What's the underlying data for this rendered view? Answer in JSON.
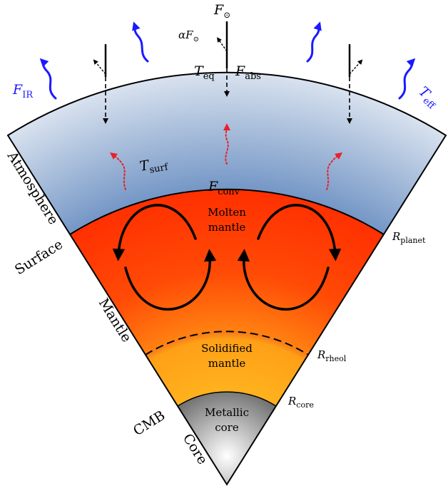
{
  "flux": {
    "solar_symbol": "F",
    "solar_sub": "⊙",
    "albedo_prefix": "α",
    "albedo_symbol": "F",
    "albedo_sub": "⊙",
    "absorbed_symbol": "F",
    "absorbed_sub": "abs",
    "ir_symbol": "F",
    "ir_sub": "IR",
    "convective_symbol": "F",
    "convective_sub": "conv"
  },
  "temperatures": {
    "equilibrium_symbol": "T",
    "equilibrium_sub": "eq",
    "effective_symbol": "T",
    "effective_sub": "eff",
    "surface_symbol": "T",
    "surface_sub": "surf"
  },
  "radii": {
    "planet_symbol": "R",
    "planet_sub": "planet",
    "rheol_symbol": "R",
    "rheol_sub": "rheol",
    "core_symbol": "R",
    "core_sub": "core"
  },
  "region_labels": {
    "atmosphere": "Atmosphere",
    "surface": "Surface",
    "mantle": "Mantle",
    "cmb": "CMB",
    "core": "Core"
  },
  "interior": {
    "molten_line1": "Molten",
    "molten_line2": "mantle",
    "solid_line1": "Solidified",
    "solid_line2": "mantle",
    "core_line1": "Metallic",
    "core_line2": "core"
  },
  "colors": {
    "atmosphere_light": "#e6ecf4",
    "atmosphere_dark": "#5e86bd",
    "molten_mantle": "#ff2a00",
    "solid_mantle": "#ffb21e",
    "core_light": "#ffffff",
    "core_dark": "#3a3a3a",
    "ir_arrow": "#1a1aff",
    "heat_arrow": "#e8202a"
  }
}
